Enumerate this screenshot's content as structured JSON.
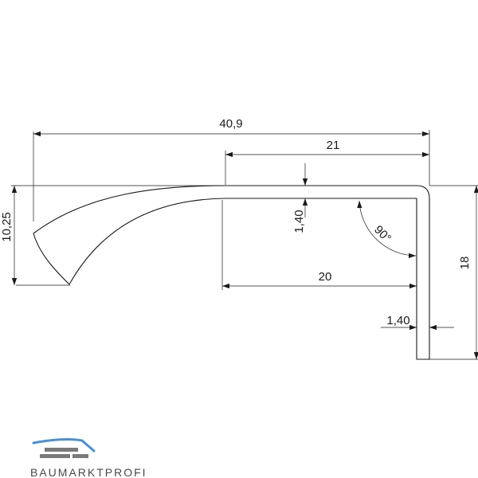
{
  "dimensions": {
    "total_width": "40,9",
    "top_leg_width": "21",
    "inner_width": "20",
    "thickness_top": "1,40",
    "thickness_side": "1,40",
    "angle": "90°",
    "height_total": "18",
    "height_left": "10,25"
  },
  "logo": {
    "text": "BAUMARKTPROFI",
    "colors": {
      "roof": "#4a90d9",
      "bars": "#7a7a7a"
    }
  },
  "colors": {
    "line": "#1a1a1a",
    "background": "#ffffff"
  }
}
